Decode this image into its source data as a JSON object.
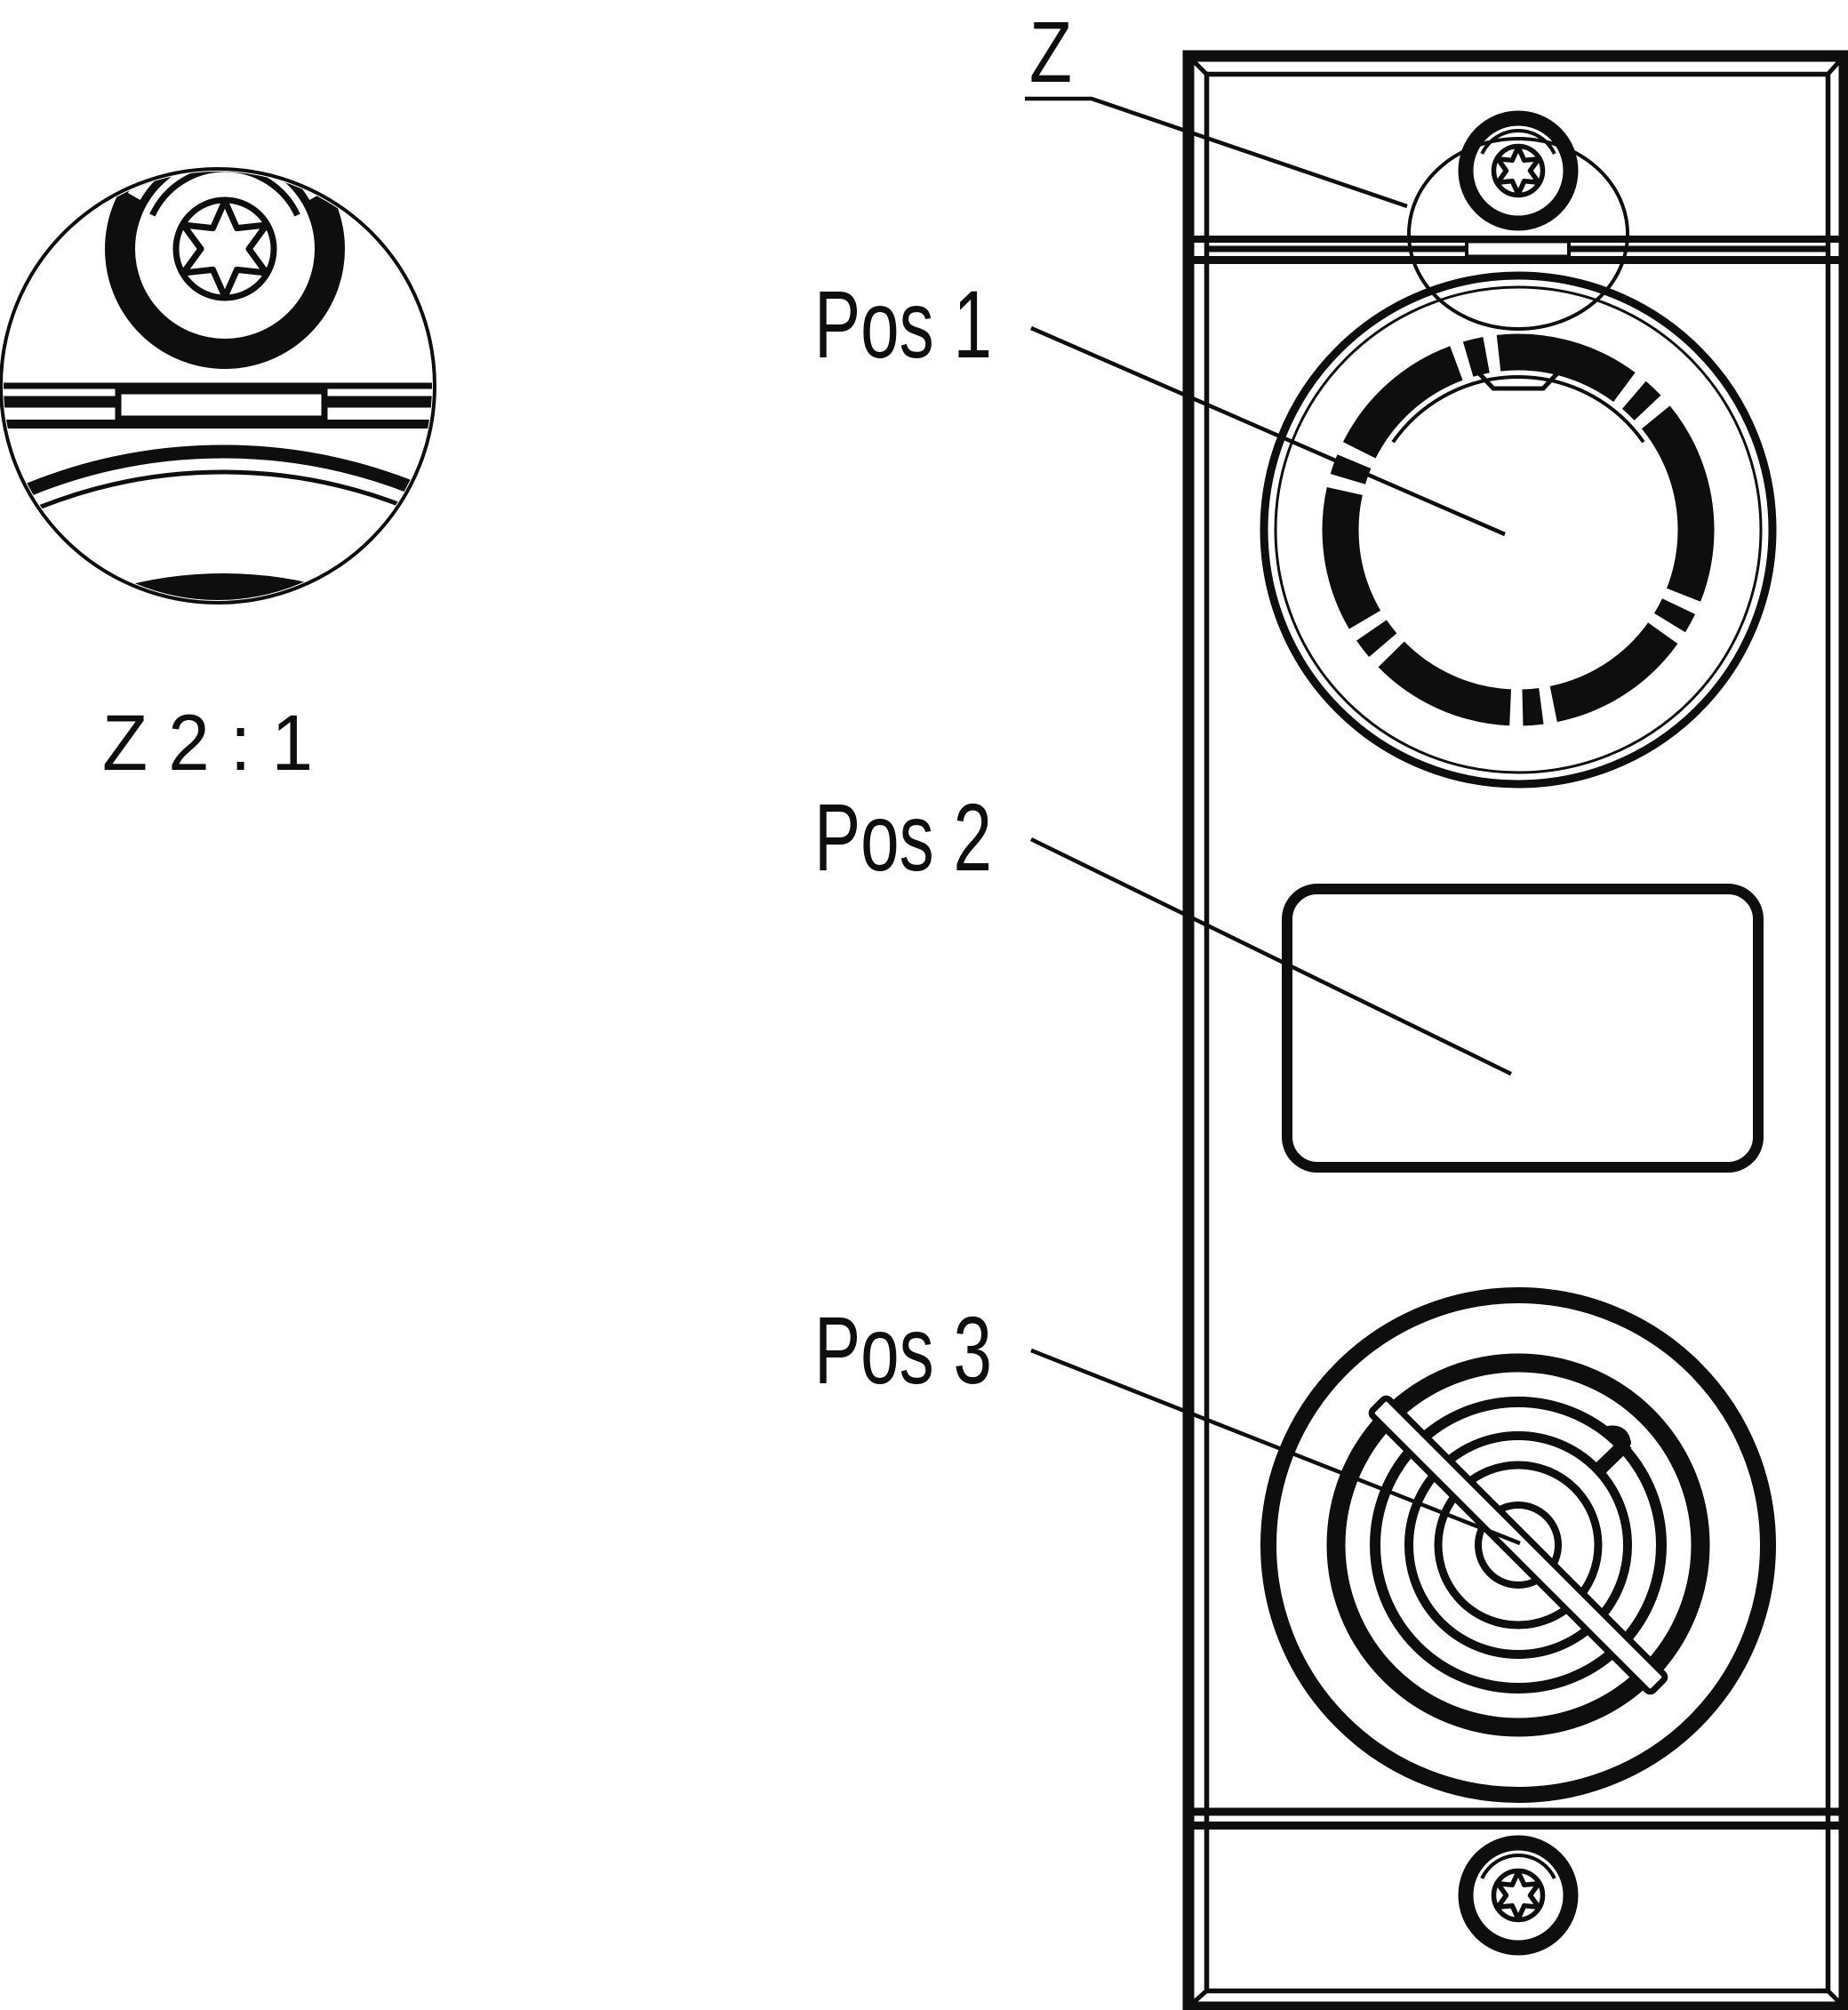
{
  "colors": {
    "background": "#ffffff",
    "line": "#0e0e0e"
  },
  "labels": {
    "detail_marker": "Z",
    "pos1": "Pos 1",
    "pos2": "Pos 2",
    "pos3": "Pos 3",
    "detail_view_scale": "Z 2 : 1"
  },
  "callouts": [
    {
      "label": "Z",
      "target": "top-screw-seam-detail"
    },
    {
      "label": "Pos 1",
      "target": "bayonet-ring-module"
    },
    {
      "label": "Pos 2",
      "target": "nameplate-window"
    },
    {
      "label": "Pos 3",
      "target": "speaker-dial-module"
    }
  ]
}
